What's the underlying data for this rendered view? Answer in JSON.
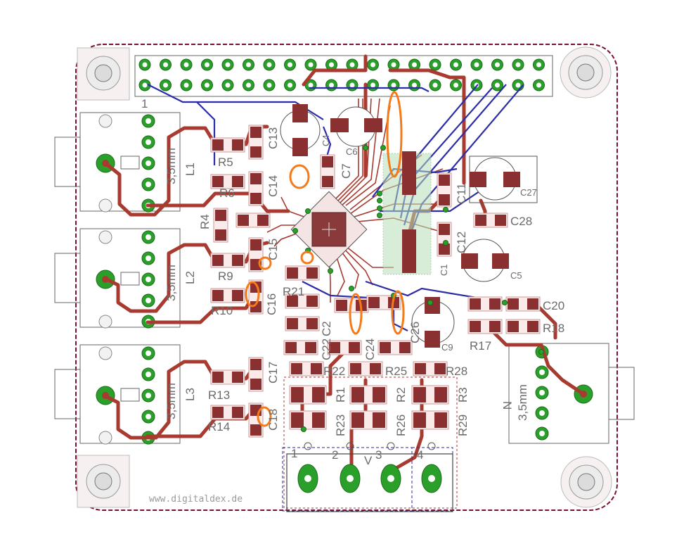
{
  "watermark": "www.digitaldex.de",
  "colors": {
    "board_outline": "#7a1030",
    "copper_top": "#a83a30",
    "copper_bottom": "#2c2ca8",
    "pad_green": "#2aa02a",
    "pad_dark": "#7a2a2a",
    "highlight": "#f47a1a",
    "silk": "#555555"
  },
  "header": {
    "pin1_label": "1"
  },
  "jacks": [
    {
      "name": "L1",
      "size": "3,5mm"
    },
    {
      "name": "L2",
      "size": "3,5mm"
    },
    {
      "name": "L3",
      "size": "3,5mm"
    },
    {
      "name": "N",
      "size": "3,5mm"
    }
  ],
  "components": {
    "R5": "R5",
    "R6": "R6",
    "R4": "R4",
    "R9": "R9",
    "R10": "R10",
    "R13": "R13",
    "R14": "R14",
    "C13": "C13",
    "C14": "C14",
    "C15": "C15",
    "C16": "C16",
    "C17": "C17",
    "C18": "C18",
    "C4": "C4",
    "C6": "C6",
    "C7": "C7",
    "C11": "C11",
    "C12": "C12",
    "C27": "C27",
    "C28": "C28",
    "C5": "C5",
    "C20": "C20",
    "C9": "C9",
    "C22": "C22",
    "C24": "C24",
    "C26": "C26",
    "C2": "C2",
    "R17": "R17",
    "R18": "R18",
    "R21": "R21",
    "R22": "R22",
    "R25": "R25",
    "R28": "R28",
    "R1": "R1",
    "R2": "R2",
    "R3": "R3",
    "R23": "R23",
    "R26": "R26",
    "R29": "R29",
    "C1": "C1"
  },
  "terminal": {
    "pins": [
      "1",
      "2",
      "3",
      "4"
    ],
    "label": "V"
  }
}
